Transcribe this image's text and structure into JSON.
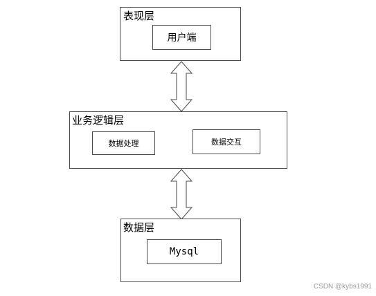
{
  "presentation_layer": {
    "title": "表现层",
    "client": "用户端"
  },
  "business_layer": {
    "title": "业务逻辑层",
    "data_processing": "数据处理",
    "data_interaction": "数据交互"
  },
  "data_layer": {
    "title": "数据层",
    "database": "Mysql"
  },
  "watermark": "CSDN @kybs1991"
}
